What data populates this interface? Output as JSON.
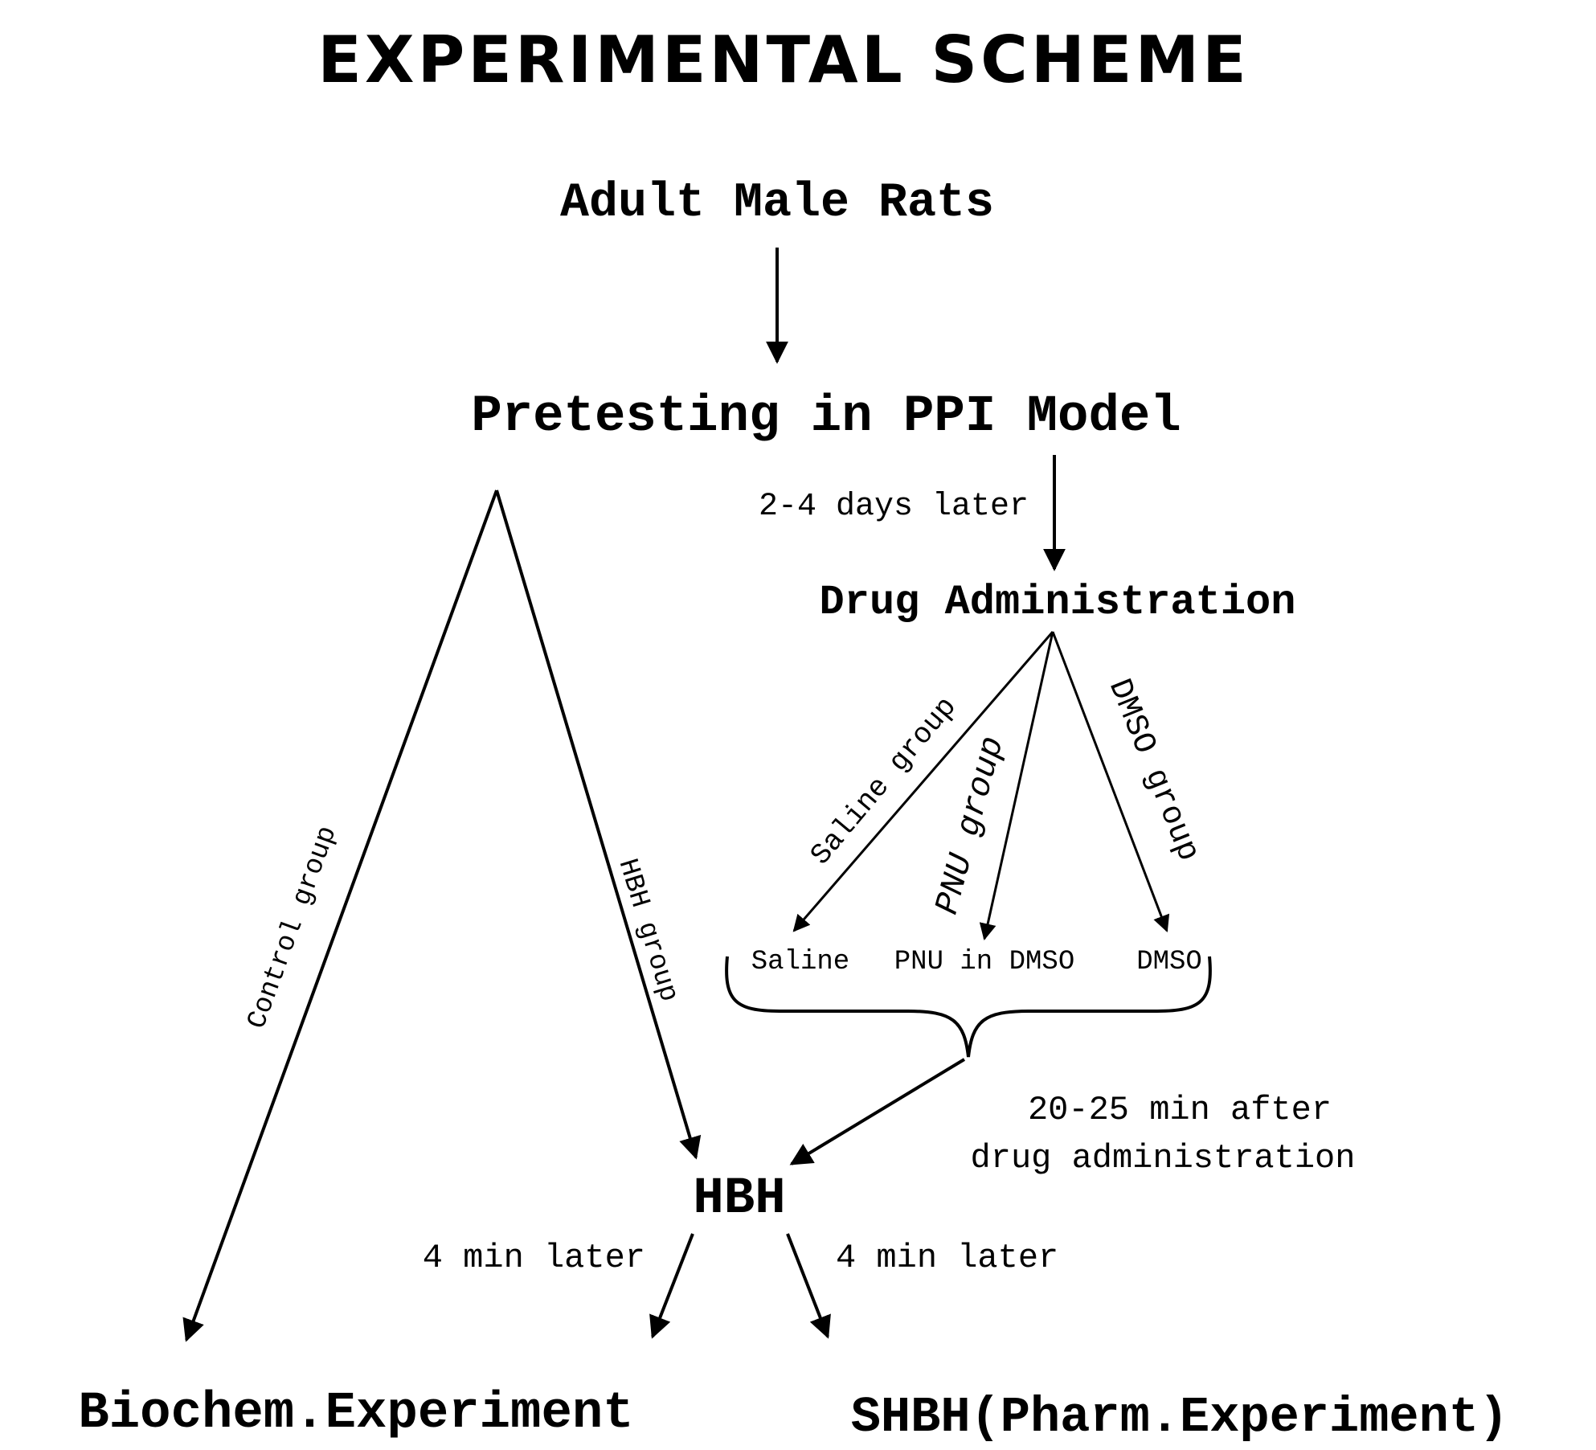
{
  "title": "EXPERIMENTAL SCHEME",
  "nodes": {
    "adult_male_rats": "Adult Male Rats",
    "pretesting": "Pretesting in PPI Model",
    "drug_administration": "Drug Administration",
    "saline": "Saline",
    "pnu_in_dmso": "PNU in DMSO",
    "dmso": "DMSO",
    "hbh": "HBH",
    "biochem_experiment": "Biochem.Experiment",
    "shbh": "SHBH(Pharm.Experiment)"
  },
  "edge_labels": {
    "days_later": "2-4 days later",
    "control_group": "Control group",
    "hbh_group": "HBH group",
    "saline_group": "Saline group",
    "pnu_group": "PNU group",
    "dmso_group": "DMSO group",
    "after_drug_line1": "20-25 min after",
    "after_drug_line2": "drug administration",
    "four_min_left": "4 min later",
    "four_min_right": "4 min later"
  },
  "colors": {
    "ink": "#000000",
    "background": "#ffffff"
  }
}
